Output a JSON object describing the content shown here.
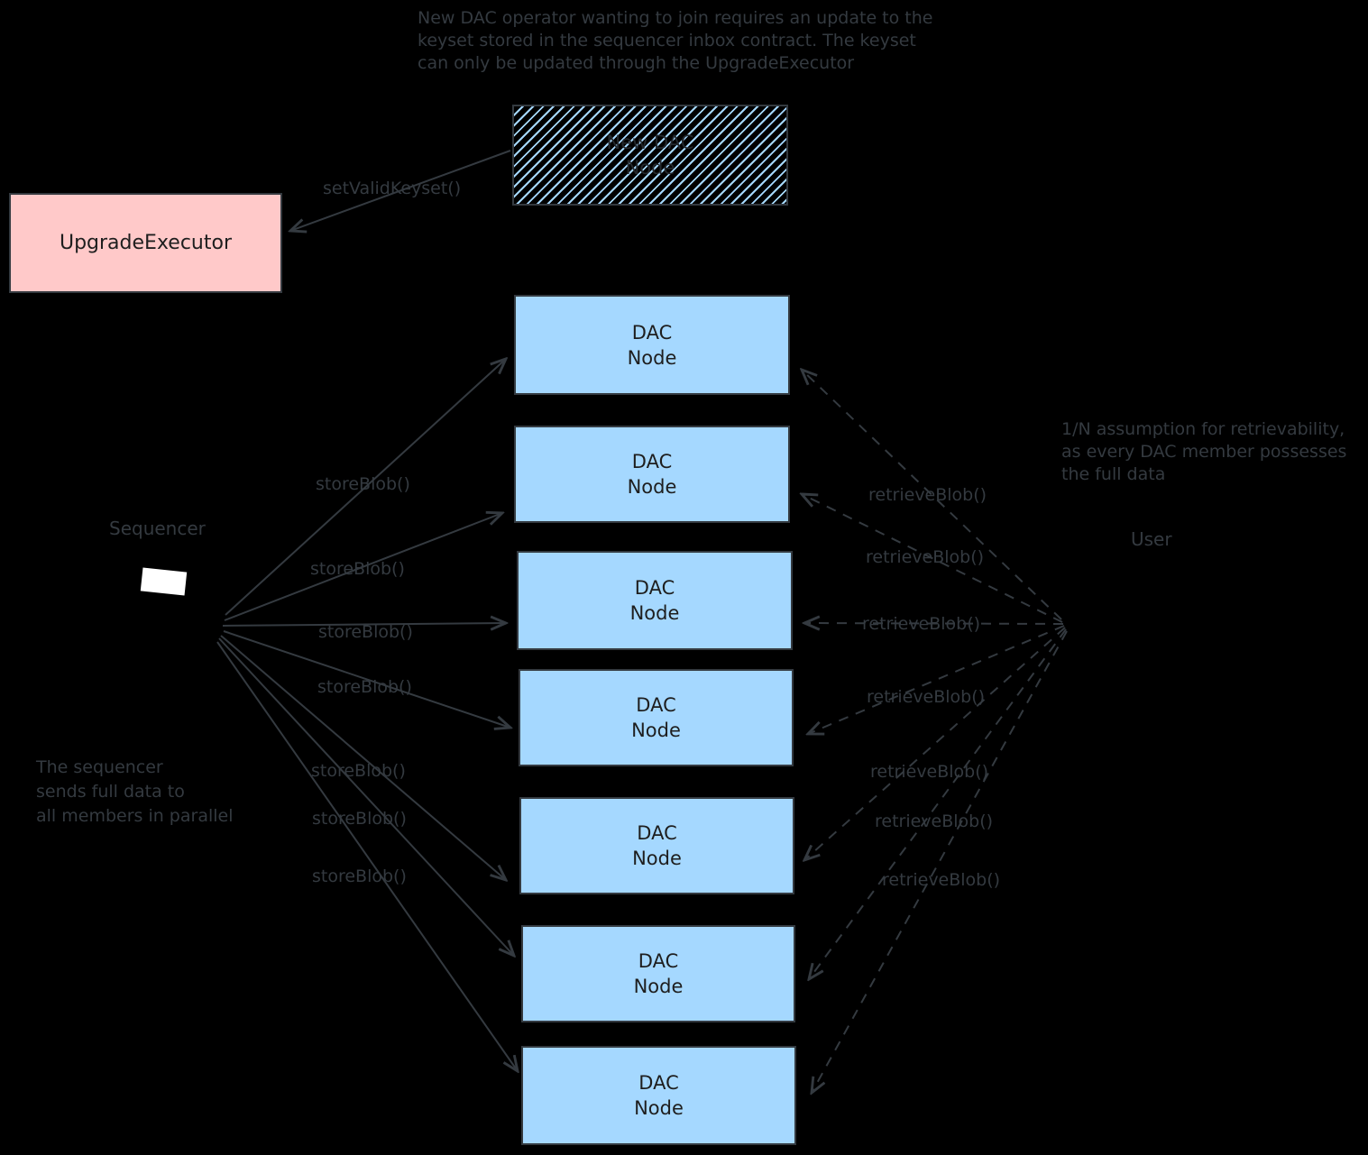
{
  "diagram": {
    "background": "#000000",
    "stroke_color": "#343a40",
    "node_fill": "#a5d8ff",
    "executor_fill": "#ffc9c9",
    "sequencer_shape_fill": "#ffffff"
  },
  "notes": {
    "top": {
      "line1": "New DAC operator wanting to join requires an update to the",
      "line2": "keyset stored in the sequencer inbox contract. The keyset",
      "line3": "can only be updated through the UpgradeExecutor"
    },
    "retrievability": {
      "line1": "1/N assumption for retrievability,",
      "line2": "as every DAC member possesses",
      "line3": "the full data"
    },
    "sequencer_note": {
      "line1": "The sequencer",
      "line2": "sends full data to",
      "line3": "all members in parallel"
    }
  },
  "actors": {
    "sequencer": "Sequencer",
    "user": "User"
  },
  "boxes": {
    "upgrade_executor": "UpgradeExecutor",
    "new_dac_node": {
      "line1": "New DAC",
      "line2": "Node"
    },
    "dac_nodes": [
      {
        "line1": "DAC",
        "line2": "Node"
      },
      {
        "line1": "DAC",
        "line2": "Node"
      },
      {
        "line1": "DAC",
        "line2": "Node"
      },
      {
        "line1": "DAC",
        "line2": "Node"
      },
      {
        "line1": "DAC",
        "line2": "Node"
      },
      {
        "line1": "DAC",
        "line2": "Node"
      },
      {
        "line1": "DAC",
        "line2": "Node"
      }
    ]
  },
  "edges": {
    "set_valid_keyset": "setValidKeyset()",
    "store_blob": [
      "storeBlob()",
      "storeBlob()",
      "storeBlob()",
      "storeBlob()",
      "storeBlob()",
      "storeBlob()",
      "storeBlob()"
    ],
    "retrieve_blob": [
      "retrieveBlob()",
      "retrieveBlob()",
      "retrieveBlob()",
      "retrieveBlob()",
      "retrieveBlob()",
      "retrieveBlob()",
      "retrieveBlob()"
    ]
  }
}
